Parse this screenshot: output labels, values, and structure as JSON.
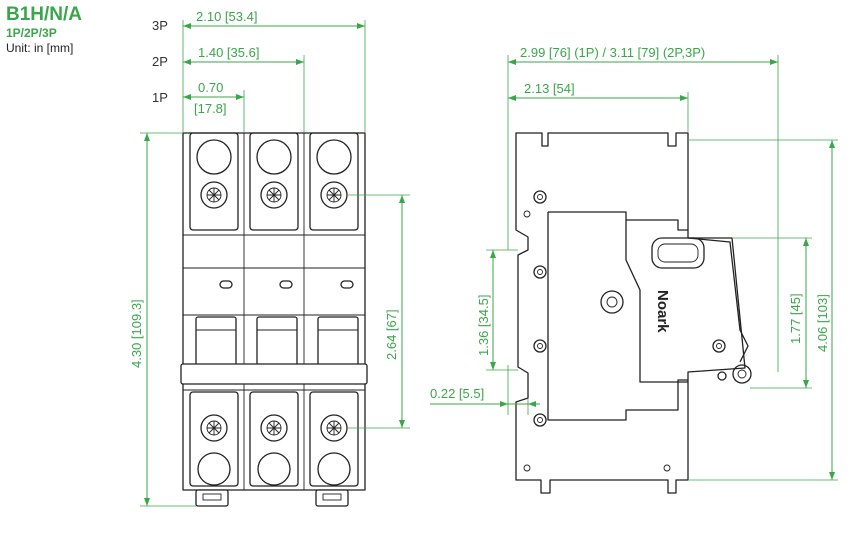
{
  "header": {
    "title": "B1H/N/A",
    "subtitle": "1P/2P/3P",
    "unit": "Unit: in [mm]"
  },
  "front_view": {
    "pole_labels": [
      "3P",
      "2P",
      "1P"
    ],
    "width_3p": "2.10 [53.4]",
    "width_2p": "1.40 [35.6]",
    "width_1p_in": "0.70",
    "width_1p_mm": "[17.8]",
    "total_height": "4.30 [109.3]",
    "terminal_spacing": "2.64 [67]"
  },
  "side_view": {
    "total_depth": "2.99 [76] (1P) / 3.11 [79] (2P,3P)",
    "front_depth": "2.13 [54]",
    "rail_height": "1.36 [34.5]",
    "rail_offset": "0.22 [5.5]",
    "front_height": "1.77 [45]",
    "side_height": "4.06 [103]",
    "brand": "Noark"
  },
  "colors": {
    "accent": "#3aa64a",
    "outline": "#222222"
  }
}
